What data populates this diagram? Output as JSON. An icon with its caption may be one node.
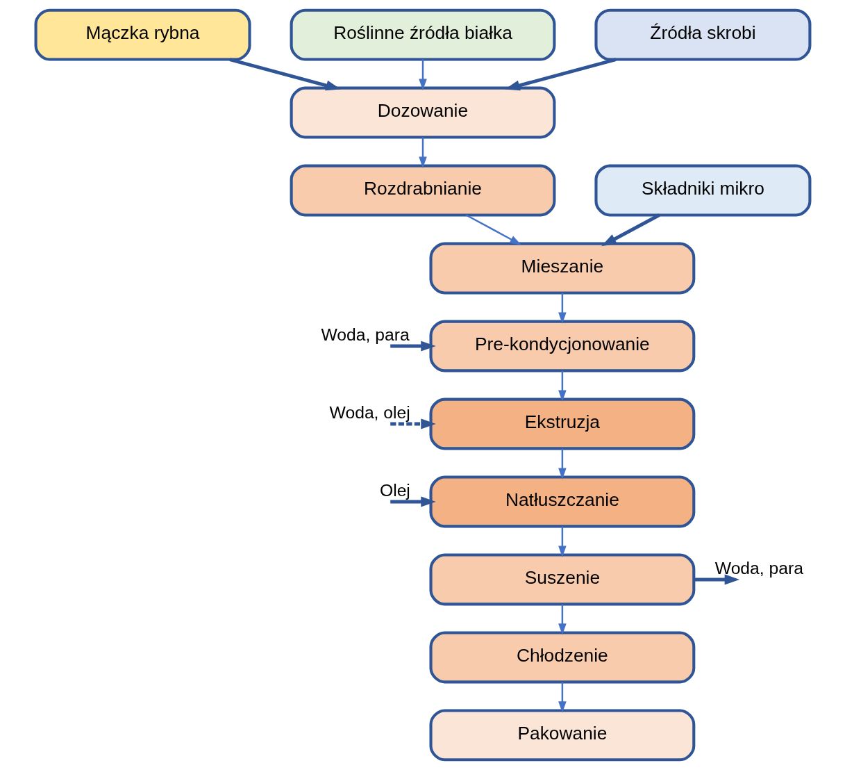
{
  "diagram": {
    "nodes": [
      {
        "text": [
          "Mączka rybna"
        ]
      },
      {
        "text": [
          "Roślinne źródła białka"
        ]
      },
      {
        "text": [
          "Źródła skrobi"
        ]
      },
      {
        "text": [
          "Dozowanie"
        ]
      },
      {
        "text": [
          "Rozdrabnianie"
        ]
      },
      {
        "text": [
          "Składniki mikro"
        ]
      },
      {
        "text": [
          "Mieszanie"
        ]
      },
      {
        "text": [
          "Pre-kondycjonowanie"
        ]
      },
      {
        "text": [
          "Ekstruzja"
        ]
      },
      {
        "text": [
          "Natłuszczanie"
        ]
      },
      {
        "text": [
          "Suszenie"
        ]
      },
      {
        "text": [
          "Chłodzenie"
        ]
      },
      {
        "text": [
          "Pakowanie"
        ]
      }
    ],
    "edges": [
      {
        "from": 0,
        "to": 3,
        "arrow": "to",
        "style": "thick",
        "color": "#2f5597"
      },
      {
        "from": 1,
        "to": 3,
        "arrow": "to"
      },
      {
        "from": 2,
        "to": 3,
        "arrow": "to",
        "style": "thick",
        "color": "#2f5597"
      },
      {
        "from": 3,
        "to": 4,
        "arrow": "to"
      },
      {
        "from": 4,
        "to": 6,
        "arrow": "to"
      },
      {
        "from": 5,
        "to": 6,
        "arrow": "to",
        "style": "thick",
        "color": "#2f5597"
      },
      {
        "from": 6,
        "to": 7,
        "arrow": "to"
      },
      {
        "from": null,
        "to": 7,
        "arrow": "to",
        "label": "Woda, para",
        "style": "thick",
        "color": "#2f5597"
      },
      {
        "from": 7,
        "to": 8,
        "arrow": "to"
      },
      {
        "from": null,
        "to": 8,
        "arrow": "to",
        "label": "Woda, olej",
        "style": "dashed",
        "color": "#2f5597"
      },
      {
        "from": 8,
        "to": 9,
        "arrow": "to"
      },
      {
        "from": null,
        "to": 9,
        "arrow": "to",
        "label": "Olej",
        "style": "thick",
        "color": "#2f5597"
      },
      {
        "from": 9,
        "to": 10,
        "arrow": "to"
      },
      {
        "from": 10,
        "to": null,
        "arrow": "to",
        "label": "Woda, para",
        "style": "thick",
        "color": "#2f5597"
      },
      {
        "from": 10,
        "to": 11,
        "arrow": "to"
      },
      {
        "from": 11,
        "to": 12,
        "arrow": "to"
      }
    ]
  }
}
